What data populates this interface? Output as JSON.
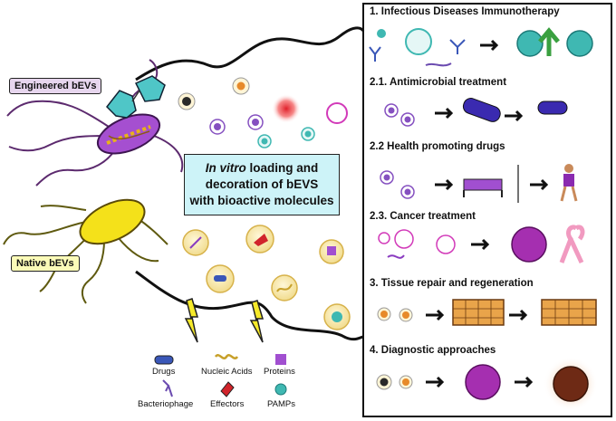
{
  "tags": {
    "engineered": "Engineered bEVs",
    "native": "Native bEVs"
  },
  "center_box": {
    "line1_italic": "In vitro",
    "line1_rest": " loading and",
    "line2": "decoration of bEVS",
    "line3": "with bioactive molecules"
  },
  "legend": {
    "drugs": "Drugs",
    "nucleic_acids": "Nucleic Acids",
    "proteins": "Proteins",
    "bacteriophage": "Bacteriophage",
    "effectors": "Effectors",
    "pamps": "PAMPs"
  },
  "sections": [
    {
      "title": "1. Infectious Diseases Immunotherapy"
    },
    {
      "title": "2.1. Antimicrobial treatment"
    },
    {
      "title": "2.2 Health promoting drugs"
    },
    {
      "title": "2.3. Cancer treatment"
    },
    {
      "title": "3. Tissue repair and regeneration"
    },
    {
      "title": "4. Diagnostic approaches"
    }
  ],
  "colors": {
    "box_fill": "#cdf3f8",
    "engineered_tag": "#e7d6ee",
    "native_tag": "#fbfbb8",
    "engineered_bacterium": "#a54fd0",
    "native_bacterium": "#f4e11a",
    "teal": "#3fb8b2",
    "cancer_purple": "#a52fb0",
    "tissue_orange": "#e9a44a"
  }
}
